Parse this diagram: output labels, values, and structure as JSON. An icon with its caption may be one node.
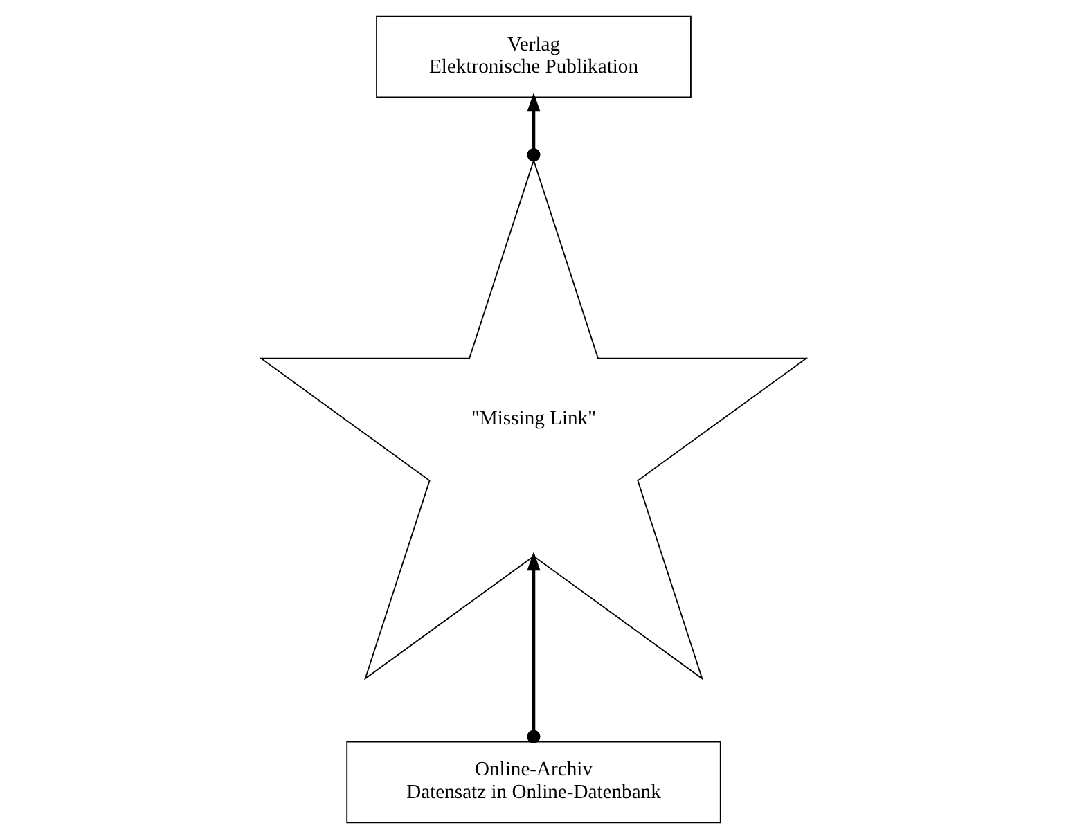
{
  "diagram": {
    "nodes": [
      {
        "text": [
          "Verlag",
          "Elektronische Publikation"
        ]
      },
      {
        "text": [
          "\"Missing Link\""
        ]
      },
      {
        "text": [
          "Online-Archiv",
          "Datensatz in Online-Datenbank"
        ]
      }
    ],
    "edges": [
      {
        "from": 1,
        "to": 0,
        "arrow": "to"
      },
      {
        "from": 2,
        "to": 1,
        "arrow": "to"
      }
    ]
  }
}
